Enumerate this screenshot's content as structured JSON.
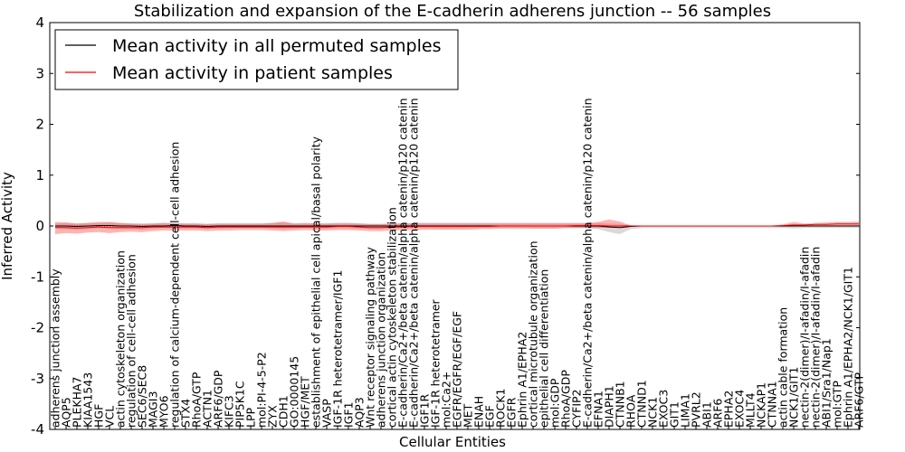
{
  "chart_data": {
    "type": "line",
    "title": "Stabilization and expansion of the E-cadherin adherens junction -- 56 samples",
    "xlabel": "Cellular Entities",
    "ylabel": "Inferred Activity",
    "ylim": [
      -4,
      4
    ],
    "yticks": [
      -4,
      -3,
      -2,
      -1,
      0,
      1,
      2,
      3,
      4
    ],
    "grid": false,
    "legend_position": "top-left",
    "categories": [
      "adherens junction assembly",
      "AQP5",
      "PLEKHA7",
      "KIAA1543",
      "HGF",
      "VCL",
      "actin cytoskeleton organization",
      "regulation of cell-cell adhesion",
      "SEC6/SEC8",
      "MAGI3",
      "MYO6",
      "regulation of calcium-dependent cell-cell adhesion",
      "STX4",
      "RhoA/GTP",
      "ACTN1",
      "ARF6/GDP",
      "KIFC3",
      "PIP5K1C",
      "LPP",
      "mol:PI-4-5-P2",
      "ZYX",
      "CDH1",
      "GO:0000145",
      "HGF/MET",
      "establishment of epithelial cell apical/basal polarity",
      "VASP",
      "IGF-1R heterotetramer/IGF1",
      "IGF1",
      "AQP3",
      "Wnt receptor signaling pathway",
      "adherens junction organization",
      "cortical actin cytoskeleton stabilization",
      "E-cadherin/Ca2+/beta catenin/alpha catenin/p120 catenin",
      "E-cadherin/Ca2+/beta catenin/alpha catenin/p120 catenin",
      "IGF1R",
      "IGF-1R heterotetramer",
      "mol:Ca2+",
      "EGFR/EGFR/EGF/EGF",
      "MET",
      "ENAH",
      "EGF",
      "ROCK1",
      "EGFR",
      "Ephrin A1/EPHA2",
      "cortical microtubule organization",
      "epithelial cell differentiation",
      "mol:GDP",
      "RhoA/GDP",
      "CYFIP2",
      "E-cadherin/Ca2+/beta catenin/alpha catenin/p120 catenin",
      "EFNA1",
      "DIAPH1",
      "CTNNB1",
      "RHOA",
      "CTNND1",
      "NCK1",
      "EXOC3",
      "GIT1",
      "LIMA1",
      "PVRL2",
      "ABI1",
      "ARF6",
      "EPHA2",
      "EXOC4",
      "MLLT4",
      "NCKAP1",
      "CTNNA1",
      "actin cable formation",
      "NCK1/GIT1",
      "nectin-2(dimer)/I-afadin/I-afadin",
      "nectin-2(dimer)/I-afadin/I-afadin",
      "ABI1/Sra1/Nap1",
      "mol:GTP",
      "Ephrin A1/EPHA2/NCK1/GIT1",
      "ARF6/GTP"
    ],
    "series": [
      {
        "name": "Mean activity in all permuted samples",
        "color": "#000000",
        "values": [
          0.0,
          0.0,
          -0.01,
          0.0,
          0.01,
          0.01,
          0.0,
          0.0,
          -0.01,
          0.0,
          0.0,
          0.01,
          0.0,
          0.0,
          -0.01,
          0.0,
          0.0,
          0.0,
          0.0,
          0.0,
          0.0,
          0.0,
          0.0,
          0.0,
          0.0,
          0.0,
          0.0,
          0.0,
          0.0,
          0.0,
          0.0,
          0.0,
          0.0,
          0.0,
          0.0,
          0.0,
          0.0,
          0.0,
          0.0,
          0.0,
          0.0,
          0.0,
          0.0,
          0.0,
          0.0,
          0.0,
          0.0,
          0.0,
          0.0,
          0.0,
          0.0,
          -0.02,
          -0.03,
          -0.01,
          0.0,
          0.0,
          0.0,
          0.0,
          0.0,
          0.0,
          0.0,
          0.0,
          0.0,
          0.0,
          0.0,
          0.0,
          0.0,
          0.0,
          0.0,
          0.0,
          0.0,
          0.0,
          0.0,
          0.0,
          0.0,
          0.0
        ],
        "band_lower": [
          -0.05,
          -0.06,
          -0.07,
          -0.06,
          -0.04,
          -0.05,
          -0.06,
          -0.06,
          -0.07,
          -0.05,
          -0.04,
          -0.04,
          -0.05,
          -0.05,
          -0.06,
          -0.05,
          -0.04,
          -0.04,
          -0.04,
          -0.04,
          -0.05,
          -0.06,
          -0.05,
          -0.04,
          -0.05,
          -0.05,
          -0.04,
          -0.04,
          -0.05,
          -0.06,
          -0.06,
          -0.05,
          -0.04,
          -0.04,
          -0.04,
          -0.04,
          -0.05,
          -0.04,
          -0.04,
          -0.04,
          -0.04,
          -0.04,
          -0.04,
          -0.04,
          -0.05,
          -0.05,
          -0.05,
          -0.04,
          -0.04,
          -0.04,
          -0.06,
          -0.12,
          -0.16,
          -0.06,
          -0.04,
          -0.04,
          -0.04,
          -0.04,
          -0.04,
          -0.04,
          -0.04,
          -0.04,
          -0.04,
          -0.04,
          -0.04,
          -0.04,
          -0.04,
          -0.04,
          -0.05,
          -0.04,
          -0.04,
          -0.04,
          -0.04,
          -0.04,
          -0.04,
          -0.04
        ],
        "band_upper": [
          0.05,
          0.06,
          0.05,
          0.06,
          0.06,
          0.07,
          0.06,
          0.05,
          0.05,
          0.05,
          0.06,
          0.06,
          0.05,
          0.05,
          0.04,
          0.05,
          0.05,
          0.05,
          0.05,
          0.05,
          0.06,
          0.07,
          0.05,
          0.05,
          0.05,
          0.05,
          0.05,
          0.05,
          0.05,
          0.04,
          0.04,
          0.05,
          0.05,
          0.05,
          0.05,
          0.05,
          0.05,
          0.05,
          0.05,
          0.05,
          0.05,
          0.05,
          0.05,
          0.05,
          0.05,
          0.05,
          0.05,
          0.05,
          0.05,
          0.05,
          0.06,
          0.05,
          0.04,
          0.02,
          0.01,
          0.01,
          0.01,
          0.01,
          0.01,
          0.01,
          0.01,
          0.01,
          0.01,
          0.01,
          0.01,
          0.01,
          0.01,
          0.01,
          0.02,
          0.01,
          0.01,
          0.01,
          0.01,
          0.01,
          0.01,
          0.01
        ]
      },
      {
        "name": "Mean activity in patient samples",
        "color": "#ff0000",
        "values": [
          -0.03,
          -0.03,
          -0.04,
          -0.03,
          -0.02,
          -0.03,
          -0.03,
          -0.03,
          -0.03,
          -0.02,
          -0.02,
          -0.02,
          -0.02,
          -0.02,
          -0.03,
          -0.02,
          -0.02,
          -0.02,
          -0.02,
          -0.02,
          -0.02,
          -0.02,
          -0.02,
          -0.02,
          -0.02,
          -0.02,
          -0.01,
          -0.01,
          -0.02,
          -0.03,
          -0.03,
          -0.02,
          -0.02,
          -0.01,
          -0.01,
          -0.01,
          -0.01,
          -0.01,
          -0.01,
          -0.01,
          -0.01,
          0.0,
          0.0,
          0.0,
          0.0,
          0.0,
          0.0,
          0.0,
          0.01,
          0.01,
          0.01,
          0.0,
          0.0,
          0.0,
          0.0,
          0.0,
          0.0,
          0.0,
          0.0,
          0.0,
          0.0,
          0.0,
          0.0,
          0.0,
          0.0,
          0.0,
          0.0,
          0.01,
          0.02,
          0.02,
          0.03,
          0.03,
          0.04,
          0.04,
          0.04,
          0.04
        ],
        "band_lower": [
          -0.16,
          -0.14,
          -0.15,
          -0.13,
          -0.12,
          -0.14,
          -0.12,
          -0.11,
          -0.12,
          -0.1,
          -0.09,
          -0.09,
          -0.09,
          -0.09,
          -0.1,
          -0.09,
          -0.09,
          -0.08,
          -0.08,
          -0.08,
          -0.09,
          -0.1,
          -0.09,
          -0.08,
          -0.09,
          -0.09,
          -0.08,
          -0.08,
          -0.09,
          -0.1,
          -0.1,
          -0.09,
          -0.08,
          -0.08,
          -0.07,
          -0.07,
          -0.07,
          -0.07,
          -0.07,
          -0.06,
          -0.06,
          -0.05,
          -0.05,
          -0.05,
          -0.05,
          -0.05,
          -0.05,
          -0.04,
          -0.04,
          -0.04,
          -0.04,
          -0.03,
          -0.02,
          -0.01,
          -0.01,
          -0.01,
          -0.01,
          -0.01,
          -0.01,
          -0.01,
          -0.01,
          -0.01,
          -0.01,
          -0.01,
          -0.01,
          -0.01,
          -0.01,
          -0.01,
          -0.01,
          -0.01,
          0.0,
          0.0,
          0.01,
          0.01,
          0.01,
          0.01
        ],
        "band_upper": [
          0.08,
          0.07,
          0.05,
          0.06,
          0.08,
          0.08,
          0.06,
          0.05,
          0.04,
          0.05,
          0.06,
          0.05,
          0.05,
          0.05,
          0.04,
          0.05,
          0.05,
          0.05,
          0.05,
          0.05,
          0.06,
          0.09,
          0.05,
          0.06,
          0.05,
          0.05,
          0.06,
          0.06,
          0.05,
          0.04,
          0.04,
          0.05,
          0.05,
          0.06,
          0.06,
          0.06,
          0.06,
          0.06,
          0.06,
          0.06,
          0.06,
          0.06,
          0.06,
          0.06,
          0.06,
          0.06,
          0.06,
          0.06,
          0.06,
          0.06,
          0.08,
          0.13,
          0.09,
          0.01,
          0.01,
          0.01,
          0.01,
          0.01,
          0.01,
          0.01,
          0.01,
          0.01,
          0.01,
          0.01,
          0.01,
          0.01,
          0.01,
          0.03,
          0.08,
          0.05,
          0.06,
          0.07,
          0.08,
          0.08,
          0.09,
          0.09
        ]
      }
    ]
  }
}
